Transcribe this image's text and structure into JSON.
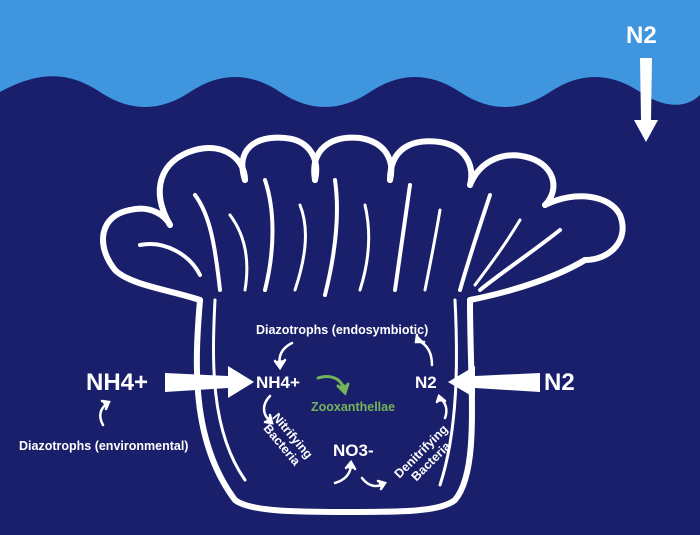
{
  "labels": {
    "surface_n2": "N2",
    "outside_nh4": "NH4+",
    "outside_n2": "N2",
    "inner_nh4": "NH4+",
    "inner_n2": "N2",
    "no3": "NO3-",
    "zooxanthellae": "Zooxanthellae",
    "diazotrophs_endosymbiotic": "Diazotrophs (endosymbiotic)",
    "diazotrophs_environmental": "Diazotrophs (environmental)",
    "nitrifying_line1": "Nitrifying",
    "nitrifying_line2": "Bacteria",
    "denitrifying_line1": "Denitrifying",
    "denitrifying_line2": "Bacteria"
  },
  "colors": {
    "sky": "#3f95de",
    "deep_water": "#1a1f6b",
    "outline": "#ffffff",
    "zooxanthellae": "#74b35a"
  }
}
